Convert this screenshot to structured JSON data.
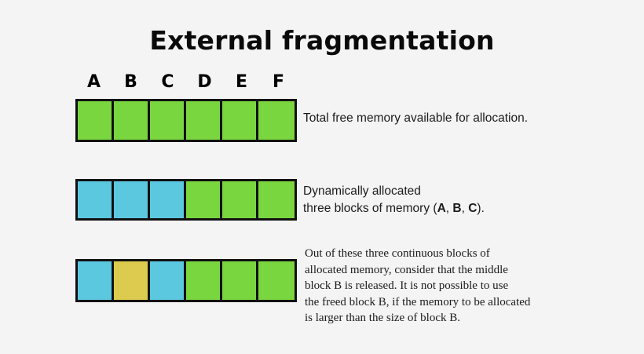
{
  "title": "External fragmentation",
  "colors": {
    "background": "#f4f4f4",
    "free": "#7ad63f",
    "allocated": "#5bc8e0",
    "released": "#dccb4e",
    "border": "#111111",
    "text": "#1b1b1b"
  },
  "block_labels": [
    "A",
    "B",
    "C",
    "D",
    "E",
    "F"
  ],
  "rows": [
    {
      "id": "row-free-memory",
      "cells": [
        {
          "name": "A",
          "state": "free",
          "color": "#7ad63f"
        },
        {
          "name": "B",
          "state": "free",
          "color": "#7ad63f"
        },
        {
          "name": "C",
          "state": "free",
          "color": "#7ad63f"
        },
        {
          "name": "D",
          "state": "free",
          "color": "#7ad63f"
        },
        {
          "name": "E",
          "state": "free",
          "color": "#7ad63f"
        },
        {
          "name": "F",
          "state": "free",
          "color": "#7ad63f"
        }
      ]
    },
    {
      "id": "row-allocated-memory",
      "cells": [
        {
          "name": "A",
          "state": "allocated",
          "color": "#5bc8e0"
        },
        {
          "name": "B",
          "state": "allocated",
          "color": "#5bc8e0"
        },
        {
          "name": "C",
          "state": "allocated",
          "color": "#5bc8e0"
        },
        {
          "name": "D",
          "state": "free",
          "color": "#7ad63f"
        },
        {
          "name": "E",
          "state": "free",
          "color": "#7ad63f"
        },
        {
          "name": "F",
          "state": "free",
          "color": "#7ad63f"
        }
      ]
    },
    {
      "id": "row-fragmented-memory",
      "cells": [
        {
          "name": "A",
          "state": "allocated",
          "color": "#5bc8e0"
        },
        {
          "name": "B",
          "state": "released",
          "color": "#dccb4e"
        },
        {
          "name": "C",
          "state": "allocated",
          "color": "#5bc8e0"
        },
        {
          "name": "D",
          "state": "free",
          "color": "#7ad63f"
        },
        {
          "name": "E",
          "state": "free",
          "color": "#7ad63f"
        },
        {
          "name": "F",
          "state": "free",
          "color": "#7ad63f"
        }
      ]
    }
  ],
  "notes": {
    "note1": {
      "line1": "Total free memory available for allocation."
    },
    "note2": {
      "line1": "Dynamically allocated",
      "line2_before": "three blocks of memory (",
      "bold_a": "A",
      "sep1": ", ",
      "bold_b": "B",
      "sep2": ", ",
      "bold_c": "C",
      "line2_after": ")."
    },
    "note3": {
      "line1": "Out of these three continuous blocks of",
      "line2": "allocated memory, consider that the middle",
      "line3": "block B is released. It is not possible to use",
      "line4": "the freed block B, if the memory to be allocated",
      "line5": "is larger than the size of block B."
    }
  }
}
